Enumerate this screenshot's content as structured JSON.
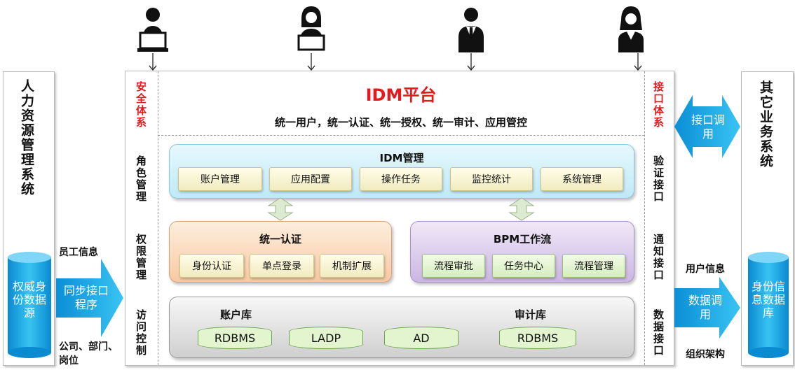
{
  "platform": {
    "title": "IDM平台",
    "subtitle": "统一用户，统一认证、统一授权、统一审计、应用管控"
  },
  "left_system": {
    "title": "人力资源管理系统"
  },
  "right_system": {
    "title": "其它业务系统"
  },
  "left_col": {
    "header": "安全体系",
    "items": [
      "角色管理",
      "权限管理",
      "访问控制"
    ]
  },
  "right_col": {
    "header": "接口体系",
    "items": [
      "验证接口",
      "通知接口",
      "数据接口"
    ]
  },
  "idm_mgmt": {
    "title": "IDM管理",
    "items": [
      "账户管理",
      "应用配置",
      "操作任务",
      "监控统计",
      "系统管理"
    ]
  },
  "unified_auth": {
    "title": "统一认证",
    "items": [
      "身份认证",
      "单点登录",
      "机制扩展"
    ]
  },
  "bpm": {
    "title": "BPM工作流",
    "items": [
      "流程审批",
      "任务中心",
      "流程管理"
    ]
  },
  "storage": {
    "account_label": "账户库",
    "audit_label": "审计库",
    "dbs": [
      "RDBMS",
      "LADP",
      "AD",
      "RDBMS"
    ]
  },
  "left_db": {
    "label": "权威身份数据源"
  },
  "left_arrow": {
    "label": "同步接口程序",
    "top_text": "员工信息",
    "bottom_text": "公司、部门、岗位"
  },
  "right_db": {
    "label": "身份信息数据库"
  },
  "right_arrow": {
    "label": "数据调用",
    "top_text": "用户信息",
    "bottom_text": "组织架构"
  },
  "interface_call": {
    "label": "接口调用"
  },
  "colors": {
    "accent_red": "#e8191c",
    "blue": "#0da2e0"
  }
}
